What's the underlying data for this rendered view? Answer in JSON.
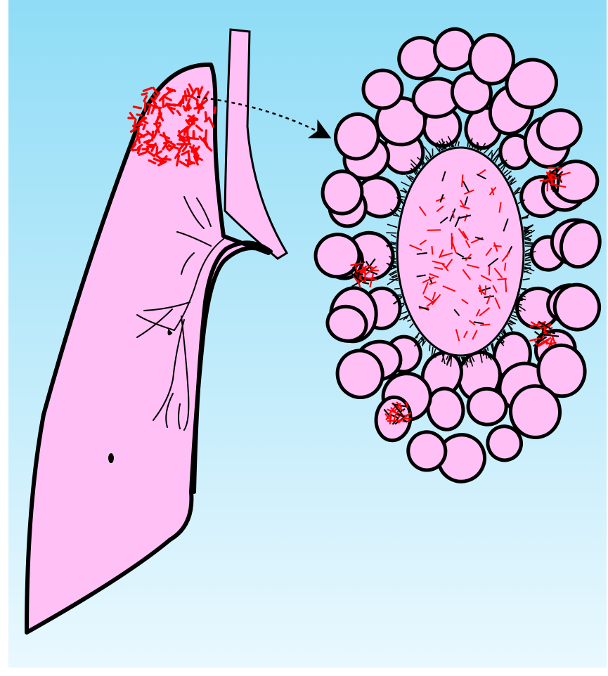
{
  "figure": {
    "panels": [
      {
        "id": "lung",
        "region": "upper-lobe-apex",
        "lesion_style": "clustered-red-bacilli"
      },
      {
        "id": "granuloma",
        "caseous_center": true,
        "satellite_foci": 4
      }
    ]
  },
  "colors": {
    "background_top": "#8fdcf6",
    "background_bottom": "#e9f8fe",
    "tissue": "#ffc0f5",
    "outline": "#000000",
    "bacilli": "#ff0000",
    "frame": "#ffffff"
  },
  "icons": {
    "connector": "dotted-arrow-icon"
  }
}
